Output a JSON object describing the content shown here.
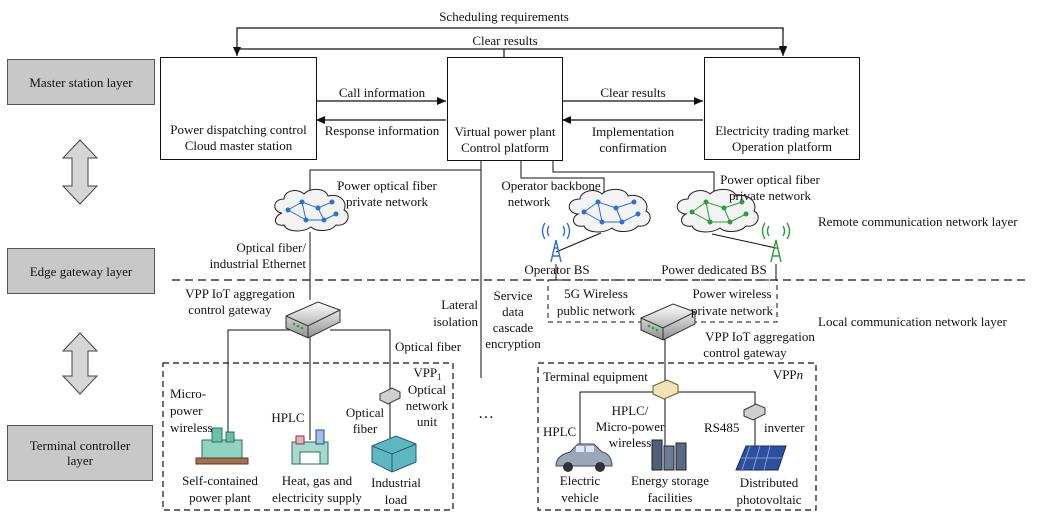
{
  "layers": {
    "master": "Master station layer",
    "edge": "Edge gateway layer",
    "terminal": "Terminal controller layer"
  },
  "top_arrows": {
    "scheduling": "Scheduling requirements",
    "clear_results_top": "Clear results"
  },
  "boxes": {
    "dispatch_line1": "Power dispatching control",
    "dispatch_line2": "Cloud master station",
    "vpp_line1": "Virtual power plant",
    "vpp_line2": "Control platform",
    "market_line1": "Electricity trading market",
    "market_line2": "Operation platform"
  },
  "links": {
    "call_info": "Call information",
    "response_info": "Response information",
    "clear_results": "Clear results",
    "implementation1": "Implementation",
    "implementation2": "confirmation"
  },
  "network": {
    "pofpn_left1": "Power optical fiber",
    "pofpn_left2": "private network",
    "operator_backbone1": "Operator backbone",
    "operator_backbone2": "network",
    "pofpn_right1": "Power optical fiber",
    "pofpn_right2": "private network",
    "remote_layer": "Remote communication network layer",
    "local_layer": "Local communication network layer",
    "optical_eth1": "Optical fiber/",
    "optical_eth2": "industrial Ethernet",
    "operator_bs": "Operator BS",
    "power_bs": "Power dedicated BS",
    "lateral1": "Lateral",
    "lateral2": "isolation",
    "service1": "Service",
    "service2": "data",
    "service3": "cascade",
    "service4": "encryption",
    "wireless_5g1": "5G Wireless",
    "wireless_5g2": "public network",
    "power_wireless1": "Power wireless",
    "power_wireless2": "private network"
  },
  "gateways": {
    "left1": "VPP IoT aggregation",
    "left2": "control gateway",
    "right1": "VPP IoT aggregation",
    "right2": "control gateway"
  },
  "vpp1": {
    "optical_fiber_top": "Optical fiber",
    "name": "VPP",
    "name_sub": "1",
    "onu1": "Optical",
    "onu2": "network",
    "onu3": "unit",
    "micro1": "Micro-",
    "micro2": "power",
    "micro3": "wireless",
    "hplc": "HPLC",
    "optical_fiber1": "Optical",
    "optical_fiber2": "fiber",
    "plant1": "Self-contained",
    "plant2": "power plant",
    "heat1": "Heat, gas and",
    "heat2": "electricity supply",
    "load1": "Industrial",
    "load2": "load"
  },
  "ellipsis": "…",
  "vppn": {
    "terminal_equipment": "Terminal equipment",
    "name": "VPP",
    "name_italic": "n",
    "hplc": "HPLC",
    "hplc_micro1": "HPLC/",
    "hplc_micro2": "Micro-power",
    "hplc_micro3": "wireless",
    "rs485": "RS485",
    "inverter": "inverter",
    "ev1": "Electric",
    "ev2": "vehicle",
    "storage1": "Energy storage",
    "storage2": "facilities",
    "pv1": "Distributed",
    "pv2": "photovoltaic"
  },
  "colors": {
    "layer_bg": "#c8c8c8",
    "cloud_green": "#2e9a3e",
    "cloud_blue": "#2a6fd6",
    "building_blue": "#3a78c9"
  }
}
